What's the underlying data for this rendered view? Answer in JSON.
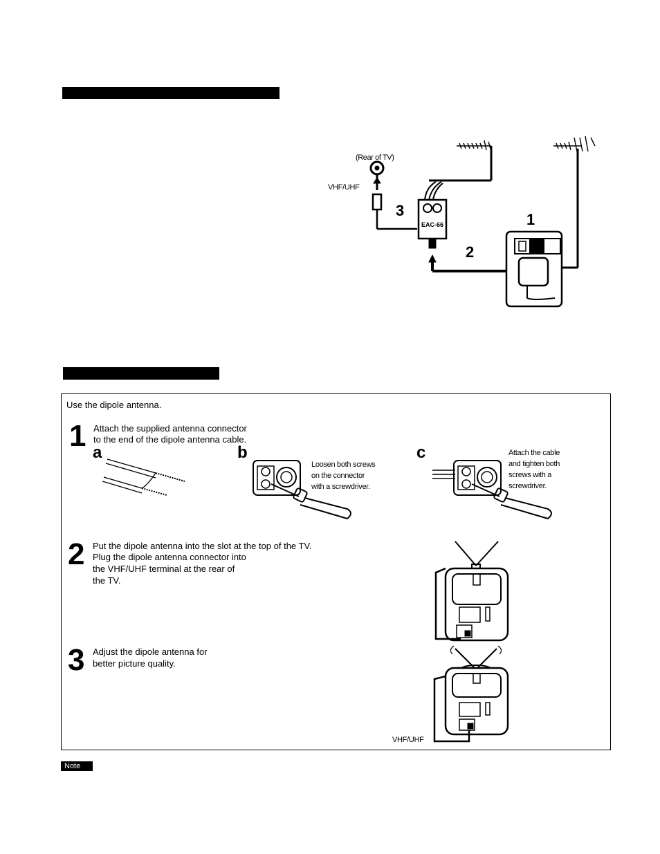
{
  "top_diagram": {
    "rear_of_tv": "(Rear of TV)",
    "vhf_uhf": "VHF/UHF",
    "eac": "EAC-66",
    "step1": "1",
    "step2": "2",
    "step3": "3"
  },
  "dipole": {
    "intro": "Use the dipole antenna.",
    "step1": {
      "num": "1",
      "line1": "Attach the supplied antenna connector",
      "line2": "to the end of the dipole antenna cable.",
      "a": "a",
      "b": "b",
      "c": "c",
      "b_text": [
        "Loosen both screws",
        "on the connector",
        "with a screwdriver."
      ],
      "c_text": [
        "Attach the cable",
        "and tighten both",
        "screws with a",
        "screwdriver."
      ]
    },
    "step2": {
      "num": "2",
      "lines": [
        "Put the dipole antenna into the slot at the top of the TV.",
        "Plug the dipole antenna connector into",
        "the VHF/UHF terminal at the rear of",
        "the TV."
      ]
    },
    "step3": {
      "num": "3",
      "lines": [
        "Adjust the dipole antenna for",
        "better picture quality."
      ]
    },
    "vhf_uhf_label": "VHF/UHF"
  },
  "note_label": "Note"
}
